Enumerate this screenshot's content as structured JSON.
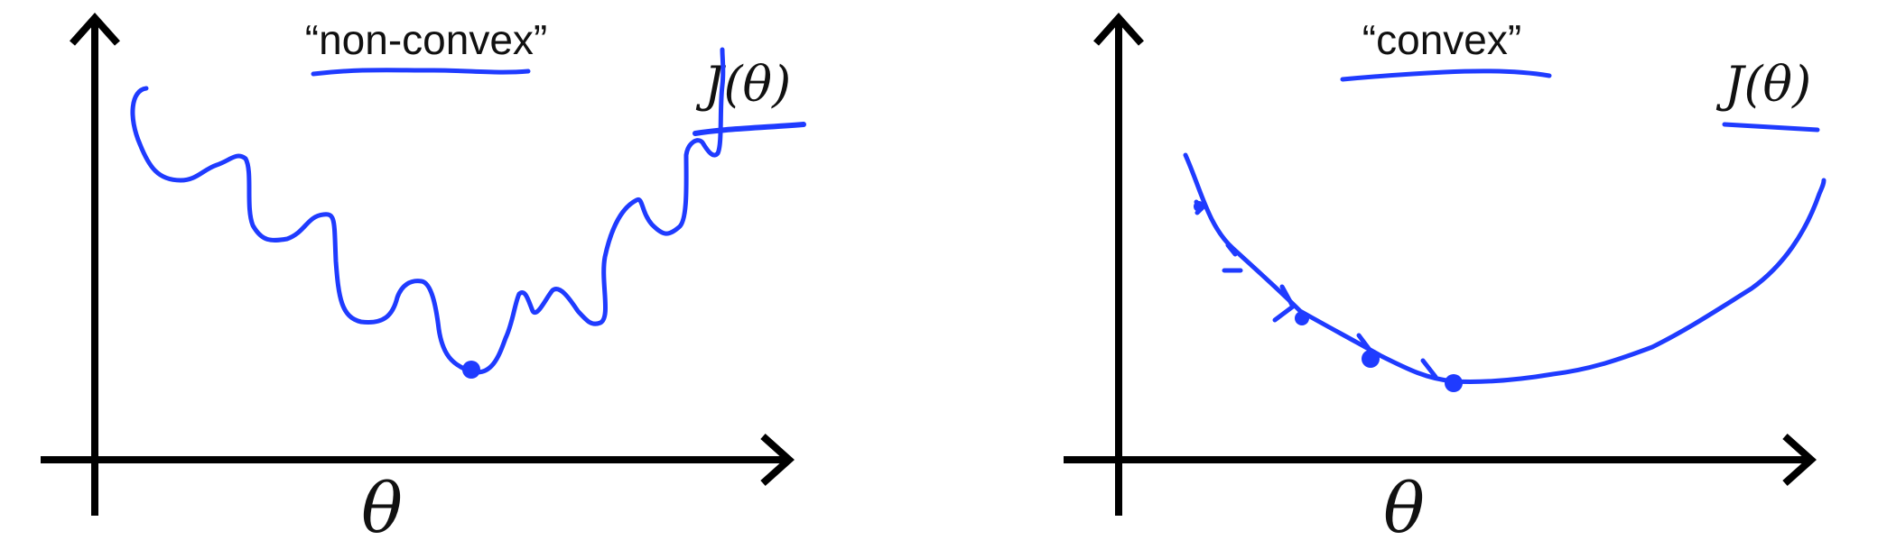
{
  "colors": {
    "ink": "#1f3bff",
    "axis": "#000000",
    "text": "#111111"
  },
  "left_panel": {
    "title": "“non-convex”",
    "curve_label": "J(θ)",
    "x_axis_label": "θ"
  },
  "right_panel": {
    "title": "“convex”",
    "curve_label": "J(θ)",
    "x_axis_label": "θ"
  }
}
